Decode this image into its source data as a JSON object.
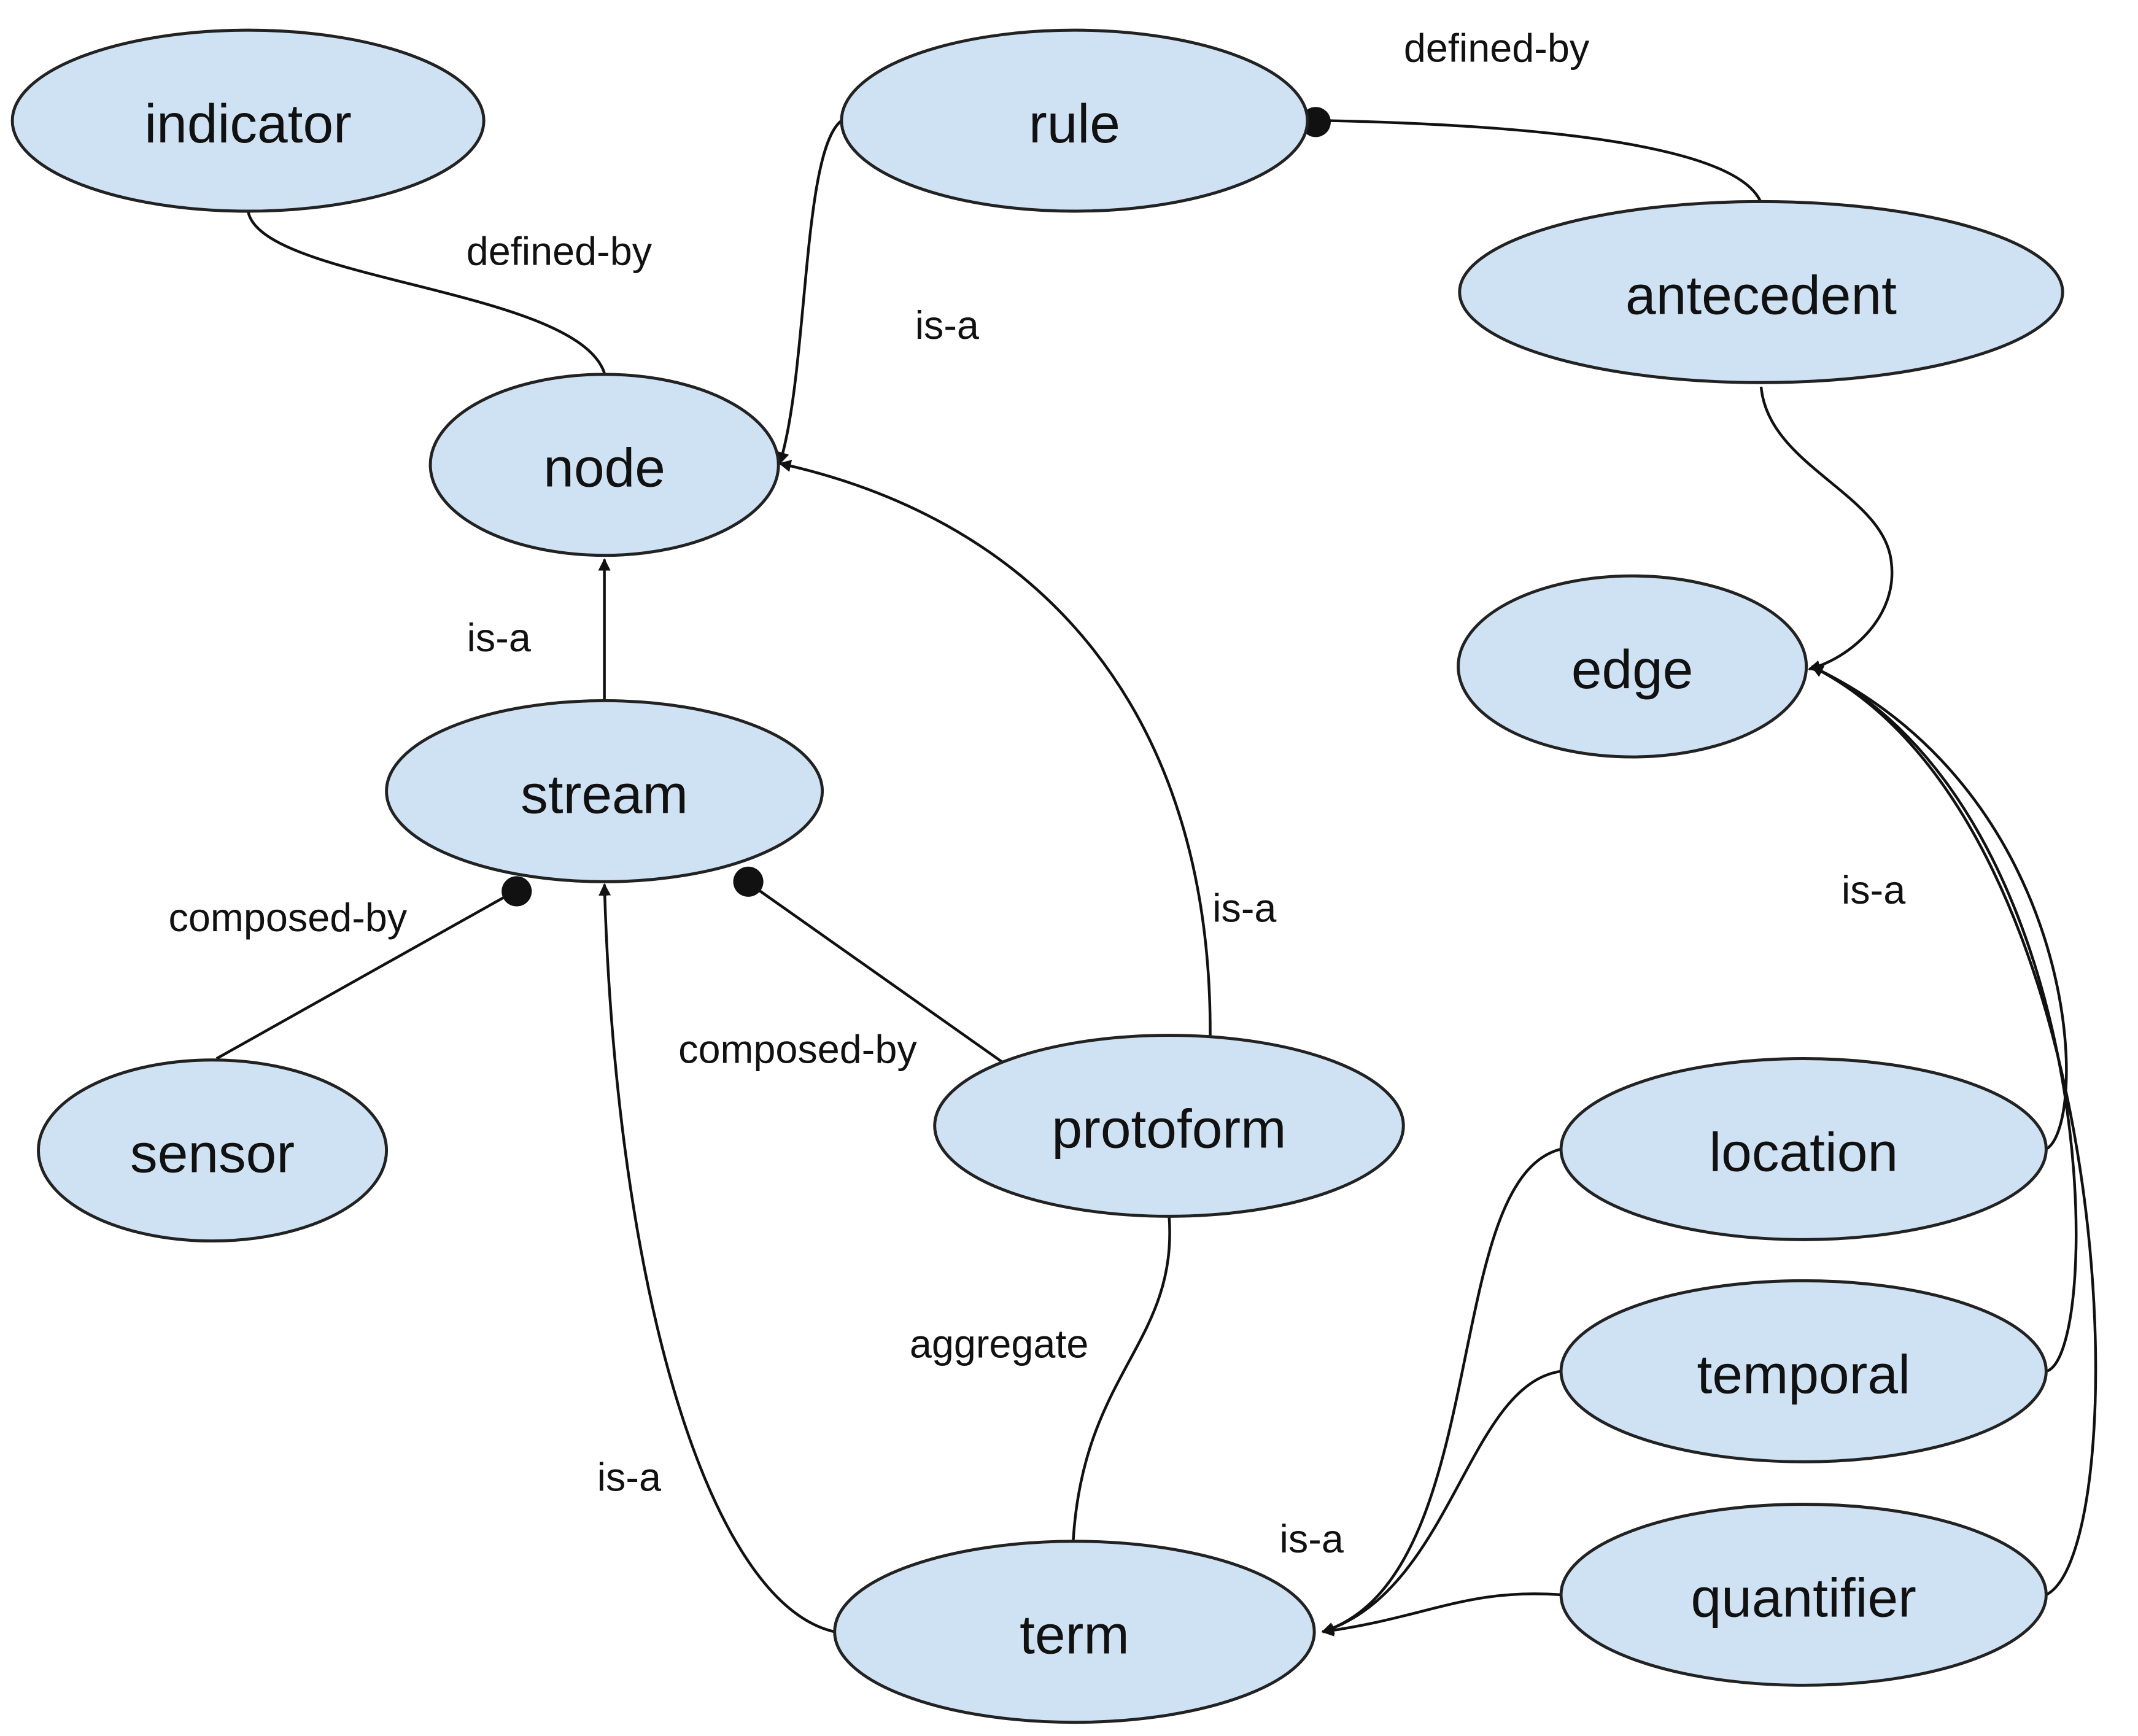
{
  "style": {
    "node_fill": "#cfe2f3",
    "node_stroke": "#222222",
    "edge_color": "#111111"
  },
  "nodes": {
    "indicator": "indicator",
    "rule": "rule",
    "antecedent": "antecedent",
    "node": "node",
    "edge": "edge",
    "stream": "stream",
    "sensor": "sensor",
    "protoform": "protoform",
    "location": "location",
    "temporal": "temporal",
    "quantifier": "quantifier",
    "term": "term"
  },
  "edge_labels": {
    "antecedent_rule": "defined-by",
    "indicator_node": "defined-by",
    "rule_node": "is-a",
    "stream_node": "is-a",
    "protoform_node": "is-a",
    "edge_group": "is-a",
    "sensor_stream": "composed-by",
    "protoform_stream": "composed-by",
    "protoform_term": "aggregate",
    "term_stream": "is-a",
    "term_group": "is-a"
  }
}
